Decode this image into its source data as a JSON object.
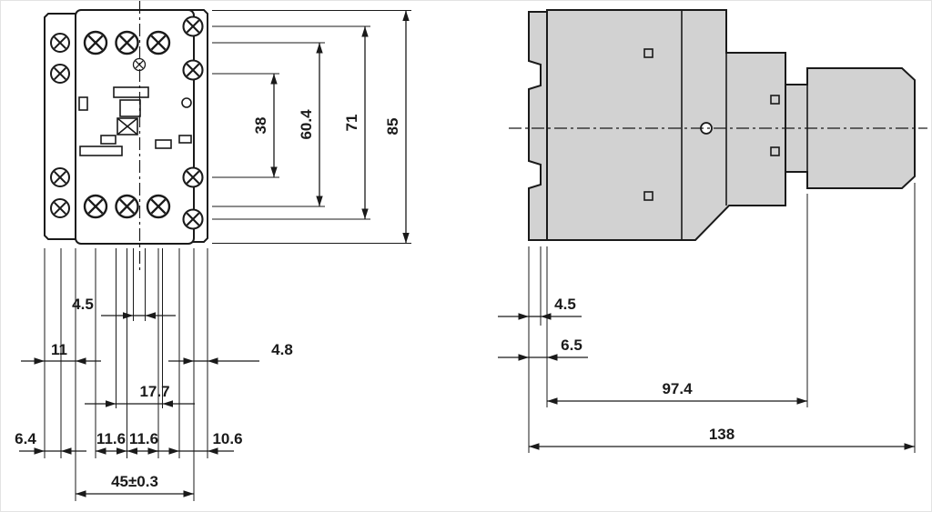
{
  "colors": {
    "body_fill": "#d2d2d2",
    "line_color": "#1a1a1a",
    "background": "#ffffff"
  },
  "front_view": {
    "dim_38": "38",
    "dim_60_4": "60.4",
    "dim_71": "71",
    "dim_85": "85",
    "dim_4_5": "4.5",
    "dim_11": "11",
    "dim_4_8": "4.8",
    "dim_17_7": "17.7",
    "dim_6_4": "6.4",
    "dim_11_6_left": "11.6",
    "dim_11_6_right": "11.6",
    "dim_10_6": "10.6",
    "dim_45": "45±0.3"
  },
  "side_view": {
    "dim_4_5": "4.5",
    "dim_6_5": "6.5",
    "dim_97_4": "97.4",
    "dim_138": "138"
  }
}
